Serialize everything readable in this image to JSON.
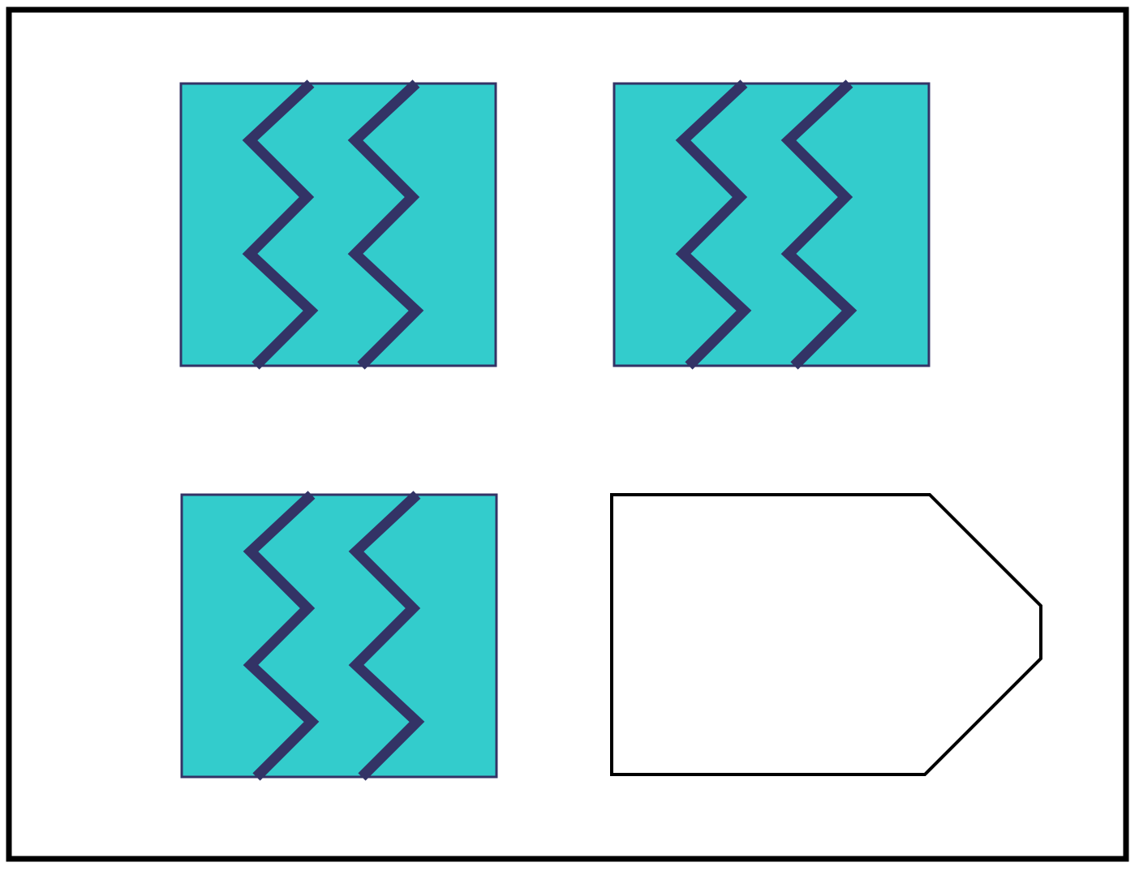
{
  "colors": {
    "background": "#ffffff",
    "frame_stroke": "#000000",
    "tile_fill": "#33cccc",
    "tile_border": "#333366",
    "zigzag_stroke": "#333366",
    "blank_fill": "#ffffff",
    "blank_stroke": "#000000"
  },
  "tiles": [
    {
      "name": "pattern-tile-top-left",
      "pattern": "double-zigzag"
    },
    {
      "name": "pattern-tile-top-right",
      "pattern": "double-zigzag"
    },
    {
      "name": "pattern-tile-bottom-left",
      "pattern": "double-zigzag"
    }
  ],
  "blank_piece": {
    "name": "missing-piece-outline",
    "shape": "pentagon-arrow"
  }
}
